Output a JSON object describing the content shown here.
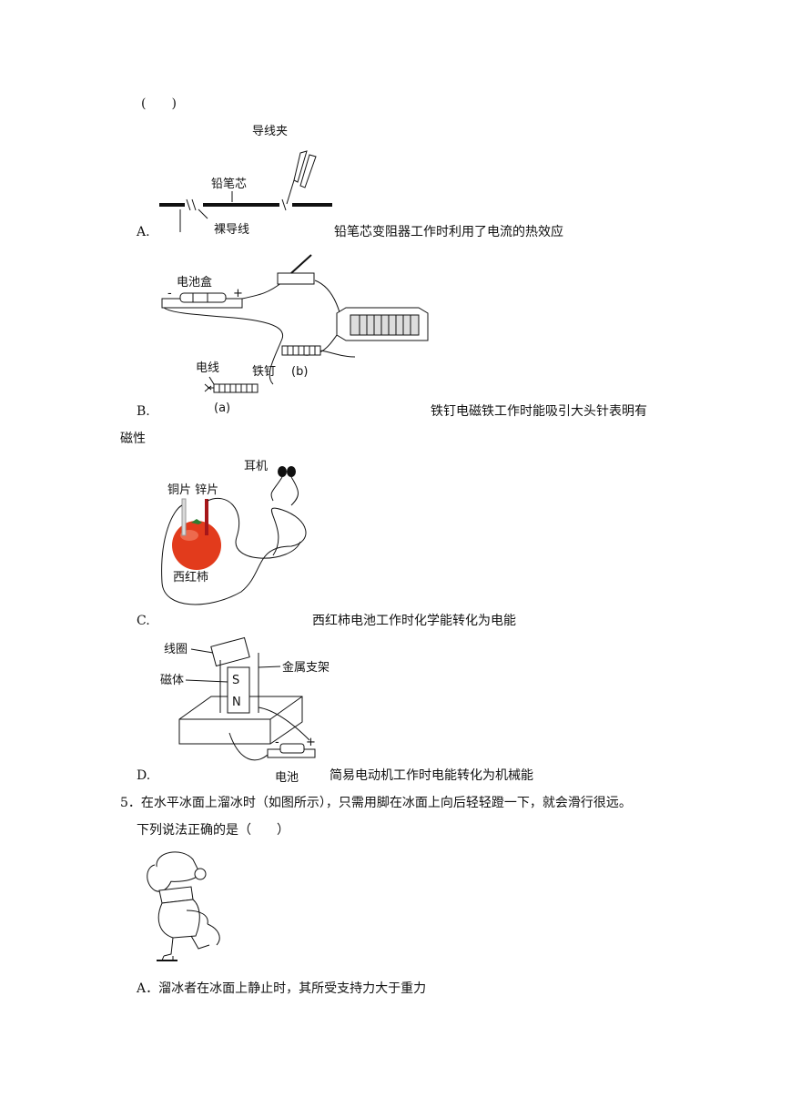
{
  "paren_top": "(　　)",
  "optA": {
    "letter": "A.",
    "text": "铅笔芯变阻器工作时利用了电流的热效应",
    "labels": {
      "clip": "导线夹",
      "lead": "铅笔芯",
      "bare": "裸导线"
    }
  },
  "optB": {
    "letter": "B.",
    "text": "铁钉电磁铁工作时能吸引大头针表明有",
    "text2": "磁性",
    "labels": {
      "box": "电池盒",
      "wire": "电线",
      "nail": "铁钉",
      "b": "(b)",
      "a": "(a)",
      "minus": "-",
      "plus": "+"
    }
  },
  "optC": {
    "letter": "C.",
    "text": "西红柿电池工作时化学能转化为电能",
    "labels": {
      "ear": "耳机",
      "cu_zn": "铜片 锌片",
      "tomato": "西红柿"
    }
  },
  "optD": {
    "letter": "D.",
    "battery": "电池",
    "text": "简易电动机工作时电能转化为机械能",
    "labels": {
      "coil": "线圈",
      "stand": "金属支架",
      "magnet": "磁体",
      "s": "S",
      "n": "N",
      "minus": "-",
      "plus": "+"
    }
  },
  "q5": {
    "line1": "5．在水平冰面上溜冰时（如图所示），只需用脚在冰面上向后轻轻蹬一下，就会滑行很远。",
    "line2": "下列说法正确的是（　　）",
    "optA": "A．溜冰者在冰面上静止时，其所受支持力大于重力"
  }
}
